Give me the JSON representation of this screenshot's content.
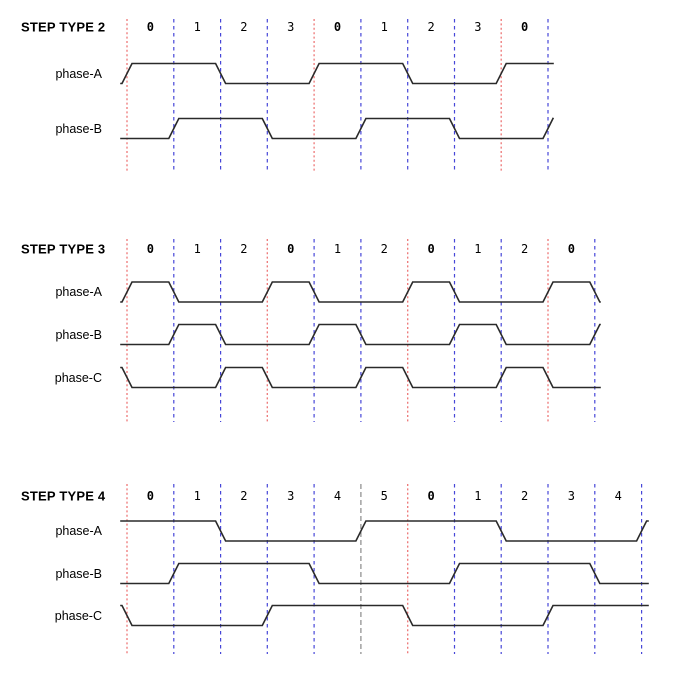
{
  "colors": {
    "waveform": "#2a2a2a",
    "step_line": "#4646d8",
    "cycle_start_line": "#ed7676",
    "gray_line": "#8a8a8a",
    "text": "#000000",
    "background": "#ffffff"
  },
  "sections": [
    {
      "title": "STEP TYPE 2",
      "steps": [
        "0",
        "1",
        "2",
        "3",
        "0",
        "1",
        "2",
        "3",
        "0"
      ],
      "phases": [
        {
          "label": "phase-A",
          "prev": 0,
          "values": [
            1,
            1,
            0,
            0,
            1,
            1,
            0,
            0,
            1
          ],
          "next": 1
        },
        {
          "label": "phase-B",
          "prev": 0,
          "values": [
            0,
            1,
            1,
            0,
            0,
            1,
            1,
            0,
            0
          ],
          "next": 1
        }
      ]
    },
    {
      "title": "STEP TYPE 3",
      "steps": [
        "0",
        "1",
        "2",
        "0",
        "1",
        "2",
        "0",
        "1",
        "2",
        "0"
      ],
      "phases": [
        {
          "label": "phase-A",
          "prev": 0,
          "values": [
            1,
            0,
            0,
            1,
            0,
            0,
            1,
            0,
            0,
            1
          ],
          "next": 0
        },
        {
          "label": "phase-B",
          "prev": 0,
          "values": [
            0,
            1,
            0,
            0,
            1,
            0,
            0,
            1,
            0,
            0
          ],
          "next": 1
        },
        {
          "label": "phase-C",
          "prev": 1,
          "values": [
            0,
            0,
            1,
            0,
            0,
            1,
            0,
            0,
            1,
            0
          ],
          "next": 0
        }
      ]
    },
    {
      "title": "STEP TYPE 4",
      "steps": [
        "0",
        "1",
        "2",
        "3",
        "4",
        "5",
        "0",
        "1",
        "2",
        "3",
        "4"
      ],
      "phases": [
        {
          "label": "phase-A",
          "prev": 1,
          "values": [
            1,
            1,
            0,
            0,
            0,
            1,
            1,
            1,
            0,
            0,
            0
          ],
          "next": 1
        },
        {
          "label": "phase-B",
          "prev": 0,
          "values": [
            0,
            1,
            1,
            1,
            0,
            0,
            0,
            1,
            1,
            1,
            0
          ],
          "next": 0
        },
        {
          "label": "phase-C",
          "prev": 1,
          "values": [
            0,
            0,
            0,
            1,
            1,
            1,
            0,
            0,
            0,
            1,
            1
          ],
          "next": 1
        }
      ]
    }
  ],
  "line_overrides": [
    {
      "section": 2,
      "boundary": 5,
      "color": "gray"
    }
  ]
}
